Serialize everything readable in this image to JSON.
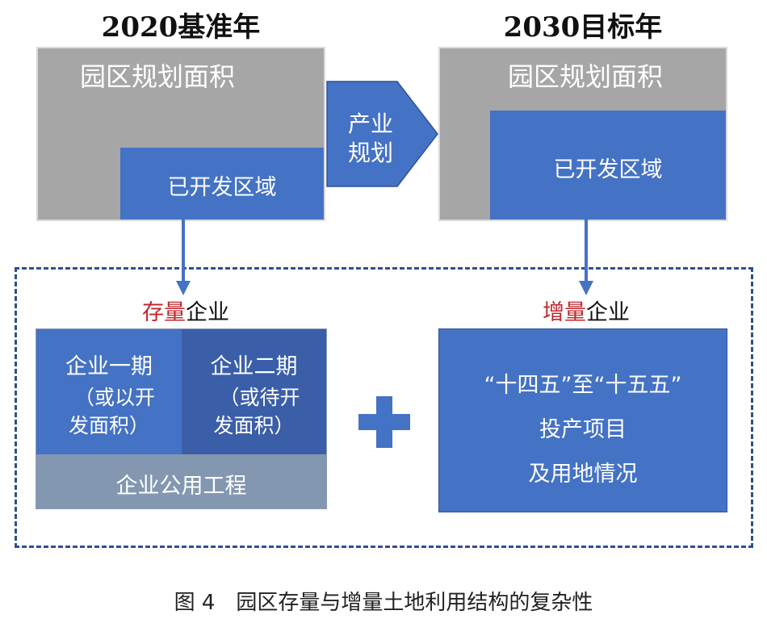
{
  "left_panel": {
    "title": "2020基准年",
    "area_label": "园区规划面积",
    "developed_label": "已开发区域"
  },
  "right_panel": {
    "title": "2030目标年",
    "area_label": "园区规划面积",
    "developed_label": "已开发区域"
  },
  "transition_arrow": {
    "line1": "产业",
    "line2": "规划"
  },
  "existing_section": {
    "label_prefix": "存量",
    "label_suffix": "企业",
    "phase1": {
      "line1": "企业一期",
      "line2": "（或以开",
      "line3": "发面积）"
    },
    "phase2": {
      "line1": "企业二期",
      "line2": "（或待开",
      "line3": "发面积）"
    },
    "public_works": "企业公用工程"
  },
  "plus_symbol": "+",
  "incremental_section": {
    "label_prefix": "增量",
    "label_suffix": "企业",
    "line1": "“十四五”至“十五五”",
    "line2": "投产项目",
    "line3": "及用地情况"
  },
  "caption": "图 4　园区存量与增量土地利用结构的复杂性",
  "colors": {
    "gray": "#a6a6a6",
    "blue": "#4472c4",
    "dark_blue": "#3a5ea8",
    "slate": "#8497b0",
    "emphasis_red": "#c0272d",
    "dashed_border": "#2f4f8f"
  }
}
